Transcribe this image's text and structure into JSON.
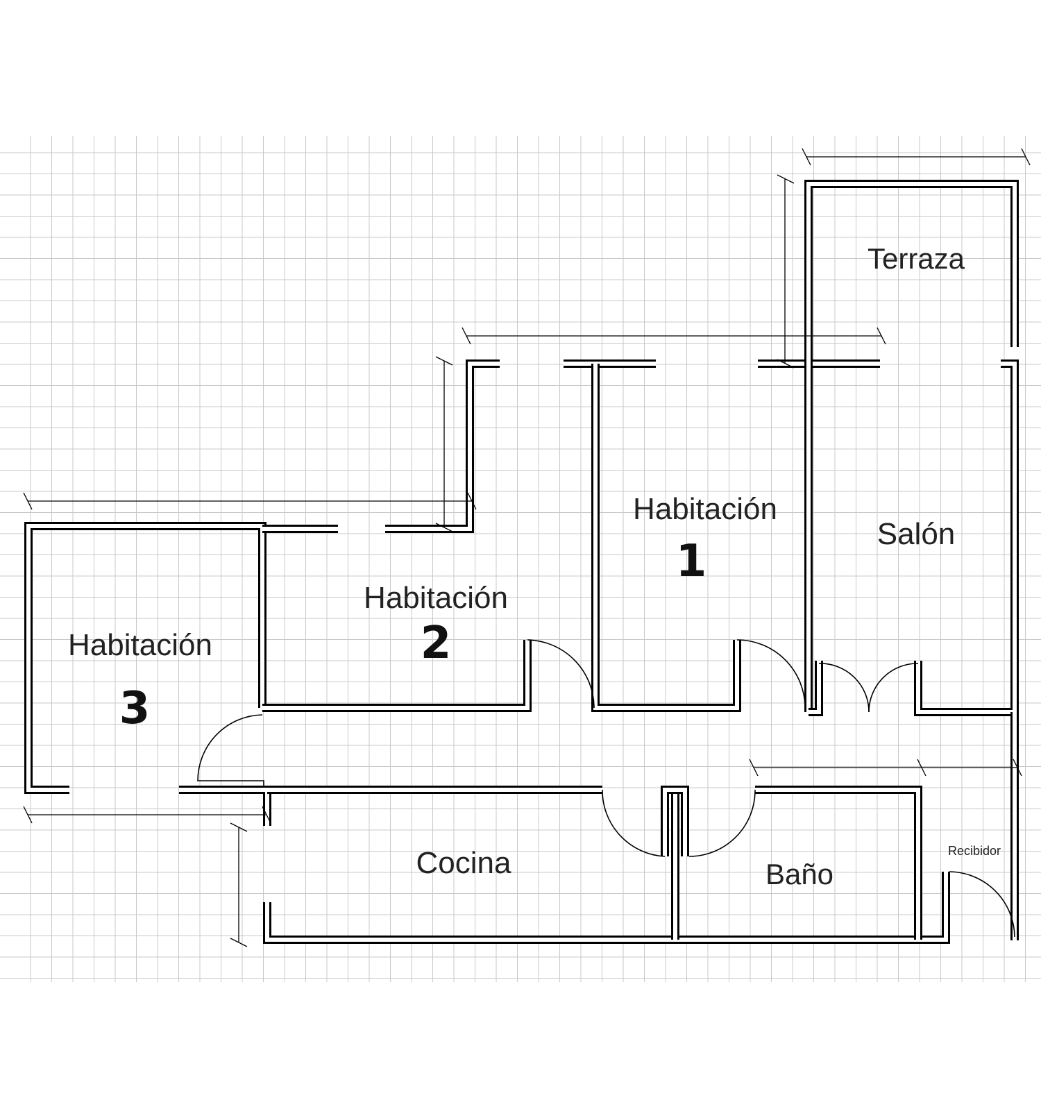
{
  "colors": {
    "background": "#ffffff",
    "grid": "#c8c8c8",
    "wall": "#000000",
    "text": "#222222"
  },
  "rooms": {
    "terraza": {
      "label": "Terraza"
    },
    "salon": {
      "label": "Salón"
    },
    "habitacion1": {
      "label": "Habitación",
      "number": "1"
    },
    "habitacion2": {
      "label": "Habitación",
      "number": "2"
    },
    "habitacion3": {
      "label": "Habitación",
      "number": "3"
    },
    "cocina": {
      "label": "Cocina"
    },
    "bano": {
      "label": "Baño"
    },
    "recibidor": {
      "label": "Recibidor"
    }
  }
}
